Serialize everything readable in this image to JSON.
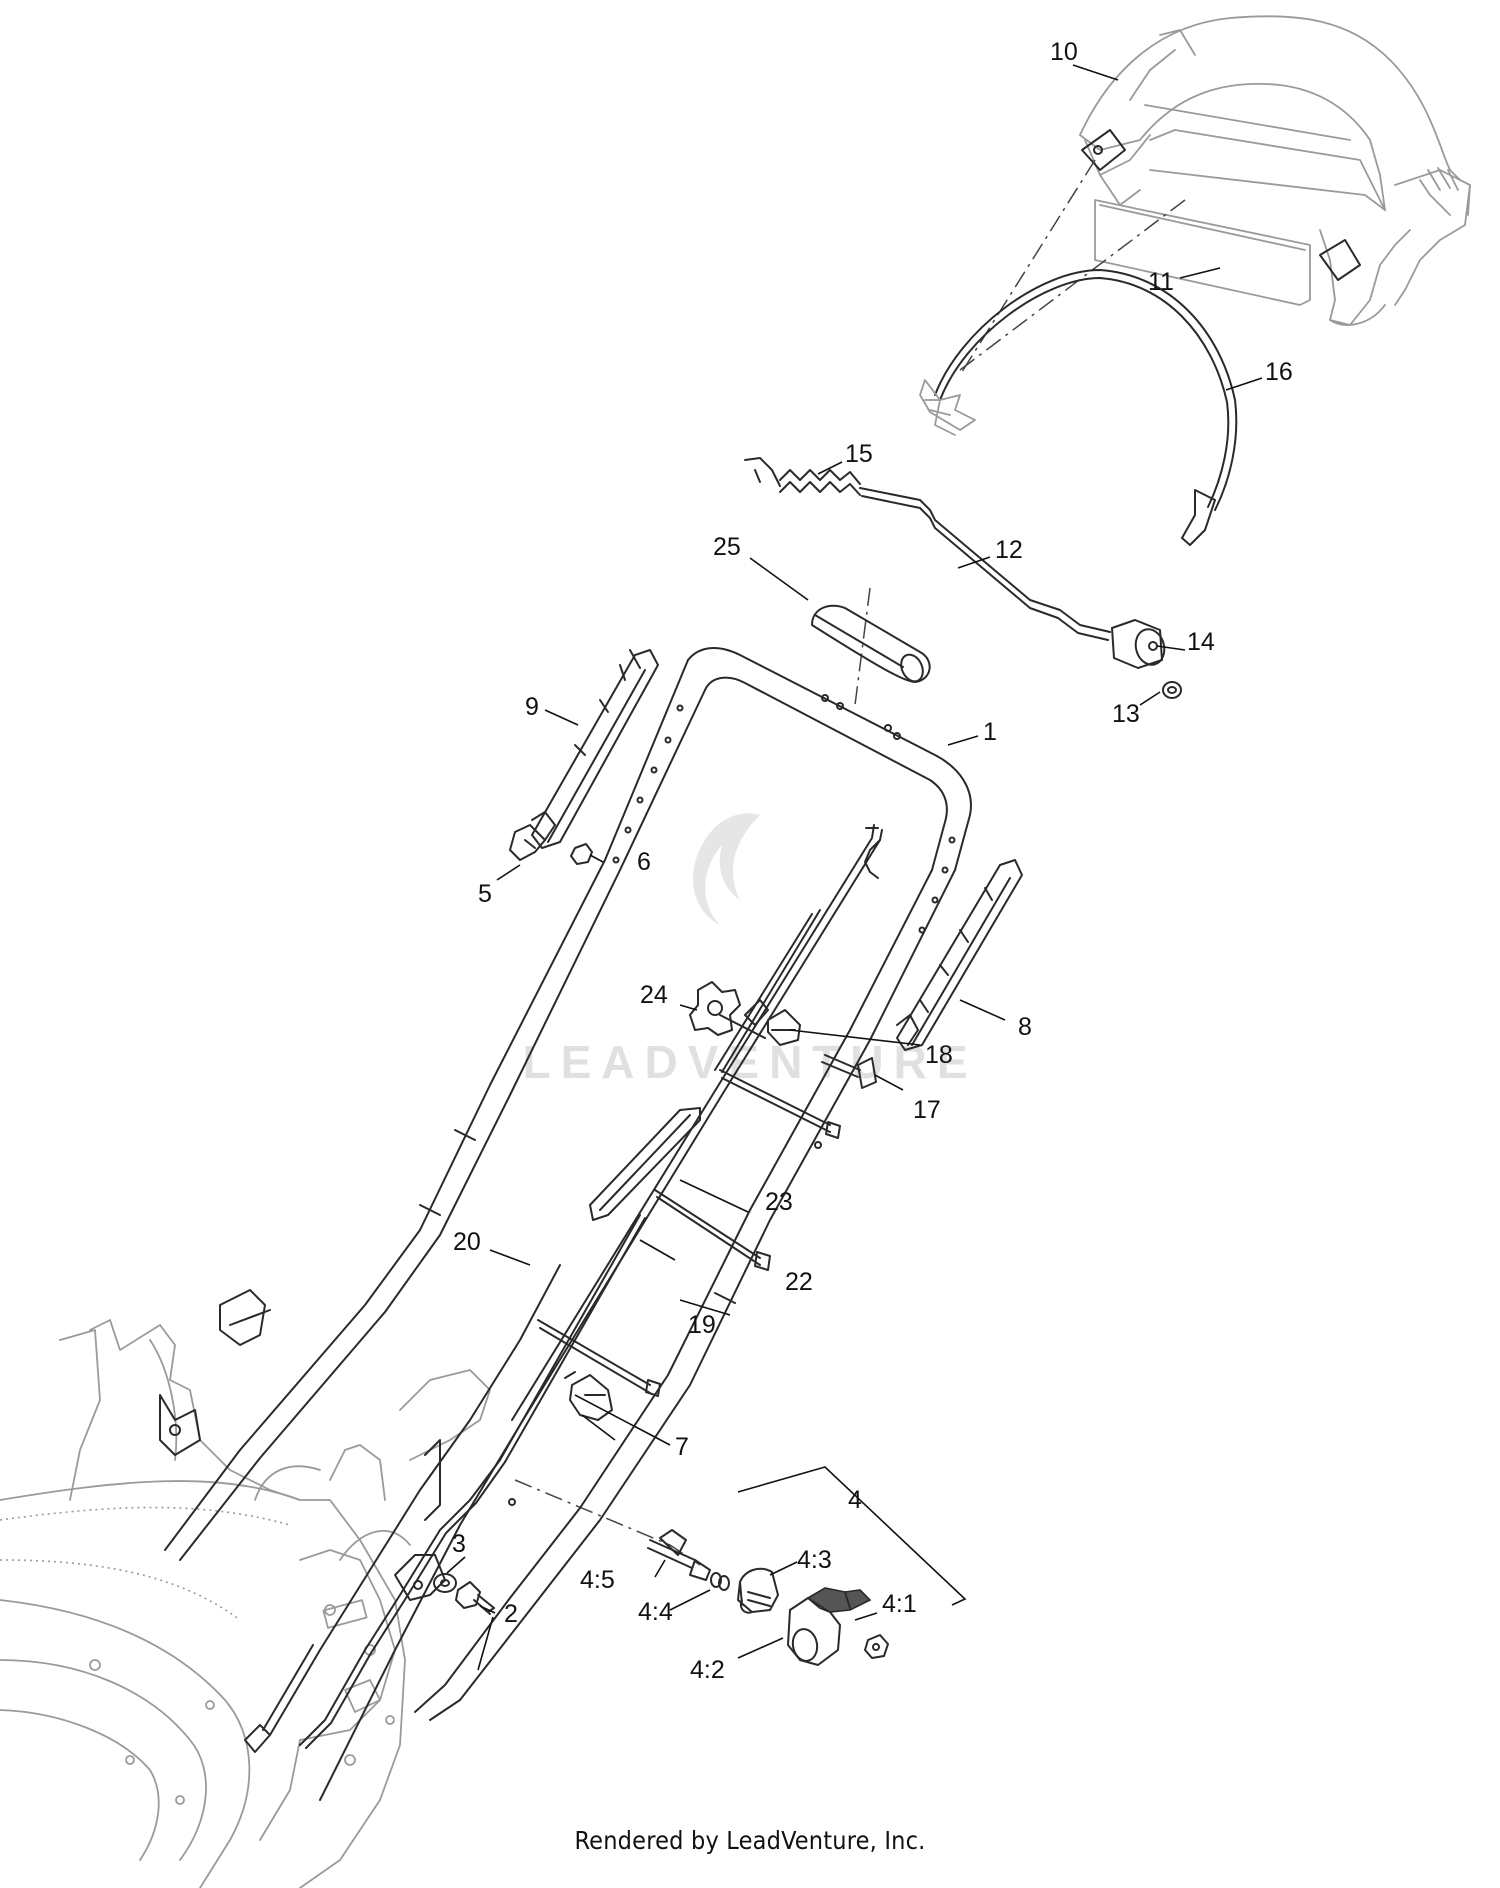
{
  "callouts": {
    "c1": "1",
    "c2": "2",
    "c3": "3",
    "c4": "4",
    "c4_1": "4:1",
    "c4_2": "4:2",
    "c4_3": "4:3",
    "c4_4": "4:4",
    "c4_5": "4:5",
    "c5": "5",
    "c6": "6",
    "c7": "7",
    "c8": "8",
    "c9": "9",
    "c10": "10",
    "c11": "11",
    "c12": "12",
    "c13": "13",
    "c14": "14",
    "c15": "15",
    "c16": "16",
    "c17": "17",
    "c18": "18",
    "c19": "19",
    "c20": "20",
    "c22": "22",
    "c23": "23",
    "c24": "24",
    "c25": "25"
  },
  "watermark": {
    "text": "LEADVENTURE",
    "color": "#e0e0e0"
  },
  "footer": {
    "credit": "Rendered by LeadVenture, Inc."
  }
}
